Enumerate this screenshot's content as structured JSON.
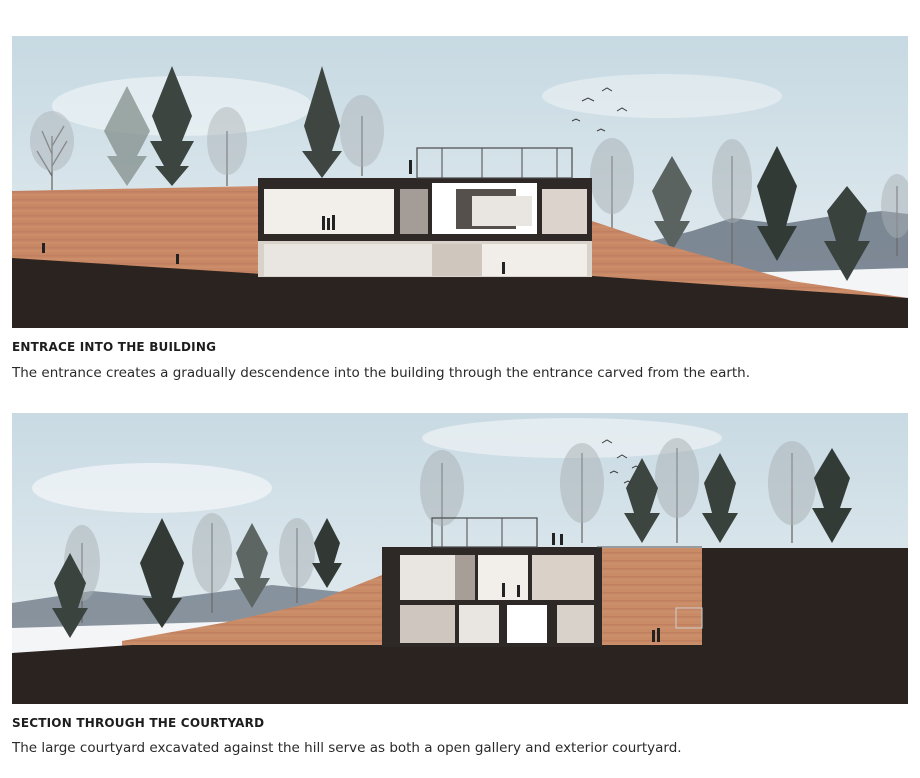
{
  "sections": [
    {
      "heading": "ENTRACE INTO THE BUILDING",
      "caption": "The entrance creates a gradually descendence into the building through the entrance carved from the earth."
    },
    {
      "heading": "SECTION THROUGH THE COURTYARD",
      "caption": "The large courtyard excavated against the hill serve as both a open gallery and exterior courtyard."
    }
  ],
  "colors": {
    "sky": "#d6e3ea",
    "earth": "#c98a66",
    "ground": "#2b2320",
    "structure": "#2e2926",
    "interior": "#e9e5e0"
  }
}
